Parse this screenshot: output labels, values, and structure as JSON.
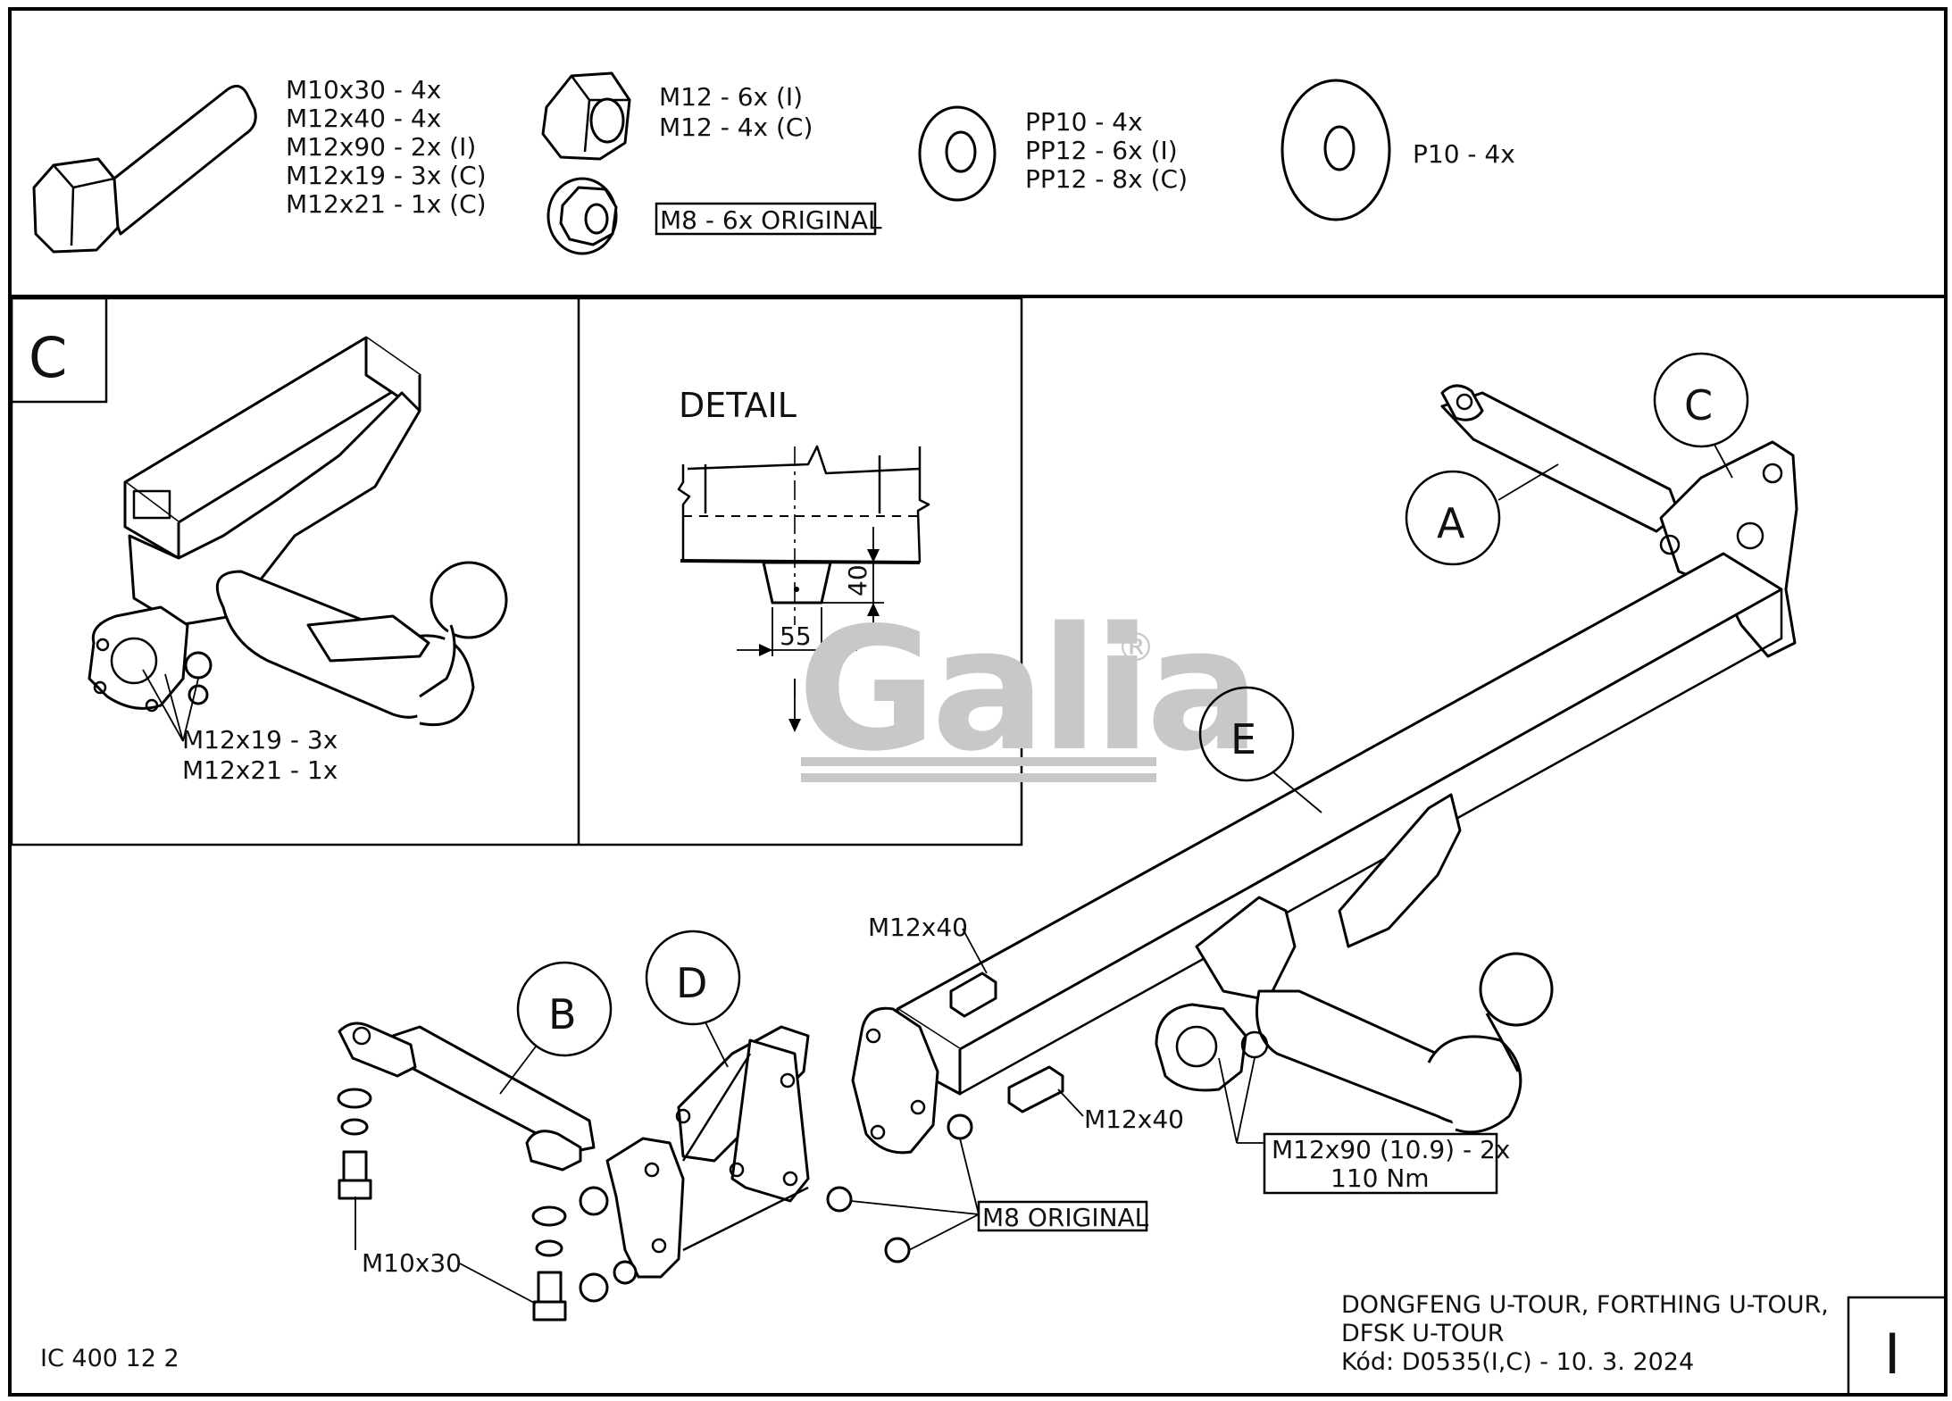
{
  "hardware": {
    "bolts": [
      "M10x30 - 4x",
      "M12x40 - 4x",
      "M12x90 - 2x (I)",
      "M12x19 - 3x (C)",
      "M12x21 - 1x (C)"
    ],
    "nuts": [
      "M12 - 6x (I)",
      "M12 - 4x (C)"
    ],
    "original_nut": "M8 - 6x ORIGINAL",
    "washers": [
      "PP10 - 4x",
      "PP12 - 6x (I)",
      "PP12 - 8x (C)"
    ],
    "large_washer": "P10 - 4x"
  },
  "panel_c": {
    "letter": "C",
    "label_1": "M12x19 - 3x",
    "label_2": "M12x21 - 1x"
  },
  "detail": {
    "title": "DETAIL",
    "dim_height": "40",
    "dim_width": "55"
  },
  "watermark": {
    "brand": "Galia",
    "registered": "®"
  },
  "main": {
    "callouts": [
      "A",
      "B",
      "C",
      "D",
      "E"
    ],
    "label_m12x40_top": "M12x40",
    "label_m12x40_bottom": "M12x40",
    "label_m10x30": "M10x30",
    "label_m8_original": "M8 ORIGINAL",
    "label_m12x90": "M12x90 (10.9) - 2x",
    "label_torque": "110 Nm"
  },
  "footer": {
    "code": "IC 400 12 2",
    "vehicle_line1": "DONGFENG U-TOUR, FORTHING U-TOUR,",
    "vehicle_line2": "DFSK U-TOUR",
    "kod": "Kód: D0535(I,C) - 10. 3. 2024",
    "sheet": "I"
  }
}
